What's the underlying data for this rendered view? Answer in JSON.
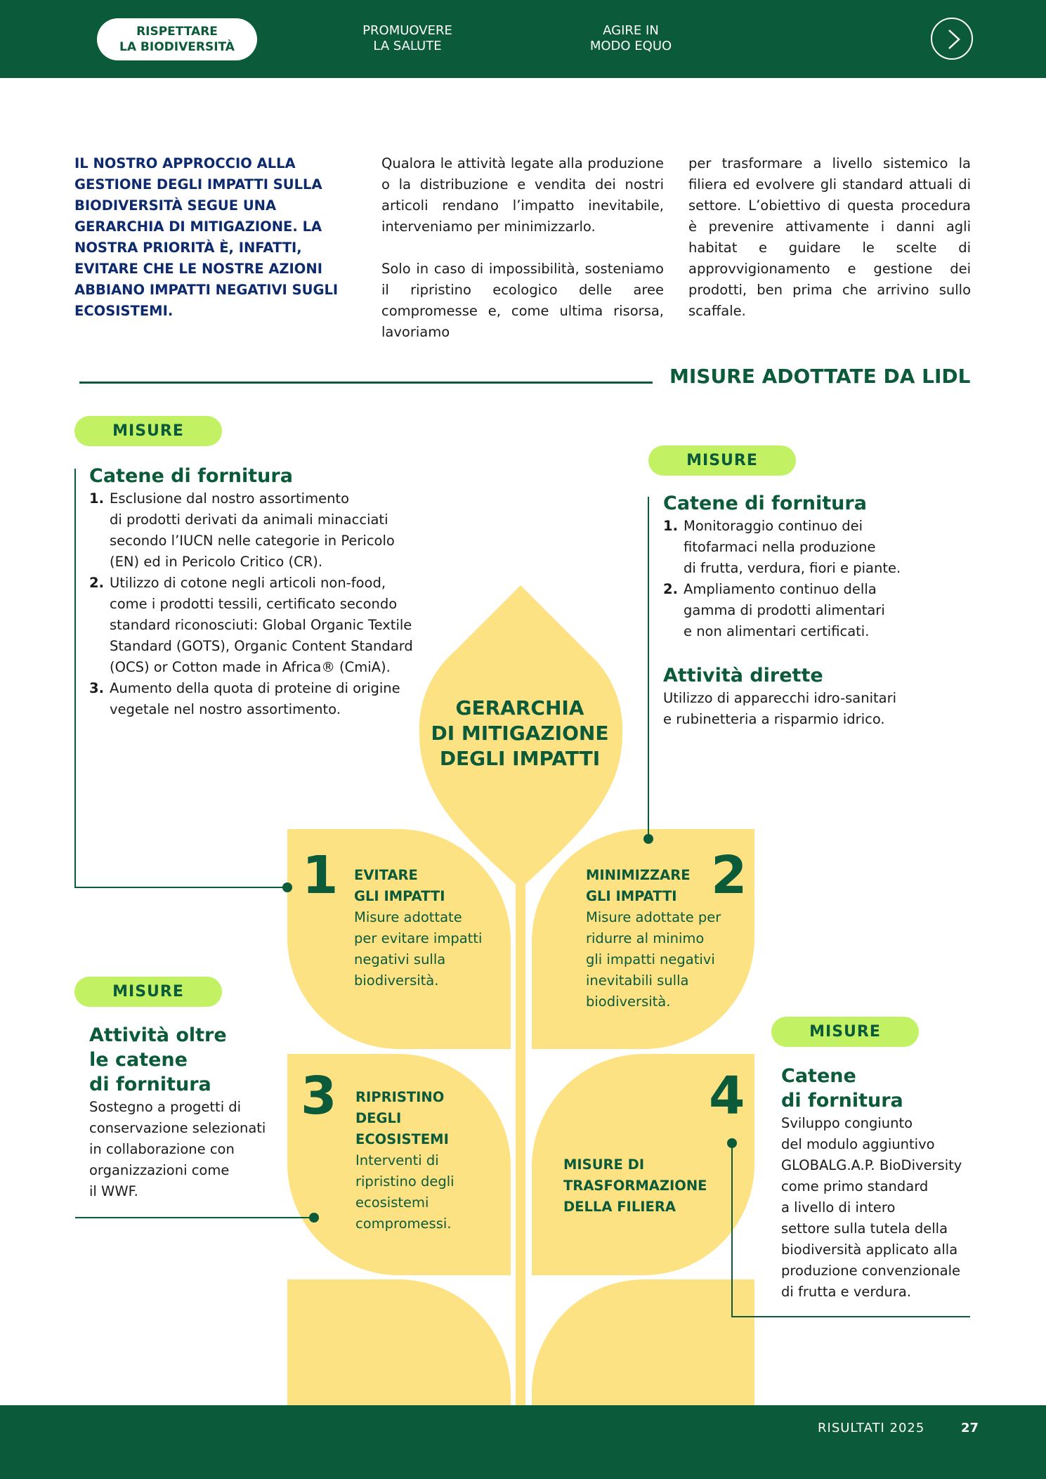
{
  "nav": {
    "active": "RISPETTARE\nLA BIODIVERSITÀ",
    "item2": "PROMUOVERE\nLA SALUTE",
    "item3": "AGIRE IN\nMODO EQUO",
    "next_icon": "chevron-right-icon"
  },
  "intro": {
    "lead": "IL NOSTRO APPROCCIO ALLA GESTIONE DEGLI IMPATTI SULLA BIODIVERSITÀ SEGUE UNA GERARCHIA DI MITIGAZIONE. LA NOSTRA PRIORITÀ È, INFATTI, EVITARE CHE LE NOSTRE AZIONI ABBIANO IMPATTI NEGATIVI SUGLI ECOSISTEMI.",
    "col2_p1": "Qualora le attività legate alla produzione o la distribuzione e vendita dei nostri articoli rendano l’impatto inevitabile, interveniamo per minimizzarlo.",
    "col2_p2": "Solo in caso di impossibilità, sosteniamo il ripristino ecologico delle aree compromesse e, come ultima risorsa, lavoriamo",
    "col3_p1": "per trasformare a livello sistemico la filiera ed evolvere gli standard attuali di settore. L’obiettivo di questa procedura è prevenire attivamente i danni agli habitat e guidare le scelte di approvvigionamento e gestione dei prodotti, ben prima che arrivino sullo scaffale."
  },
  "section_title": "MISURE ADOTTATE DA LIDL",
  "badge_label": "MISURE",
  "measure1": {
    "title": "Catene di fornitura",
    "items": [
      {
        "num": "1.",
        "text": "Esclusione dal nostro assortimento\ndi prodotti derivati da animali minacciati\nsecondo l’IUCN nelle categorie in Pericolo\n(EN) ed in Pericolo Critico (CR)."
      },
      {
        "num": "2.",
        "text": "Utilizzo di cotone negli articoli non-food,\ncome i prodotti tessili, certificato secondo\nstandard riconosciuti: Global Organic Textile\nStandard (GOTS), Organic Content Standard\n(OCS) or Cotton made in Africa® (CmiA)."
      },
      {
        "num": "3.",
        "text": "Aumento della quota di proteine di origine\nvegetale nel nostro assortimento."
      }
    ]
  },
  "measure2": {
    "title": "Catene di fornitura",
    "items": [
      {
        "num": "1.",
        "text": "Monitoraggio continuo dei\nfitofarmaci nella produzione\ndi frutta, verdura, fiori e piante."
      },
      {
        "num": "2.",
        "text": "Ampliamento continuo della\ngamma di prodotti alimentari\ne non alimentari certificati."
      }
    ],
    "sub_title": "Attività dirette",
    "sub_text": "Utilizzo di apparecchi idro-sanitari\ne rubinetteria a risparmio idrico."
  },
  "measure3": {
    "title": "Attività oltre\nle catene\ndi fornitura",
    "text": "Sostegno a progetti di\nconservazione selezionati\nin collaborazione con\norganizzazioni come\nil WWF."
  },
  "measure4": {
    "title": "Catene\ndi fornitura",
    "text": "Sviluppo congiunto\ndel modulo aggiuntivo\nGLOBALG.A.P. BioDiversity\ncome primo standard\na livello di intero\nsettore sulla tutela della\nbiodiversità applicato alla\nproduzione convenzionale\ndi frutta e verdura."
  },
  "diagram": {
    "center_title": "GERARCHIA\nDI MITIGAZIONE\nDEGLI IMPATTI",
    "steps": [
      {
        "num": "1",
        "title": "EVITARE\nGLI IMPATTI",
        "desc": "Misure adottate\nper evitare impatti\nnegativi sulla\nbiodiversità."
      },
      {
        "num": "2",
        "title": "MINIMIZZARE\nGLI IMPATTI",
        "desc": "Misure adottate per\nridurre al minimo\ngli impatti negativi\ninevitabili sulla\nbiodiversità."
      },
      {
        "num": "3",
        "title": "RIPRISTINO\nDEGLI\nECOSISTEMI",
        "desc": "Interventi di\nripristino degli\necosistemi\ncompromessi."
      },
      {
        "num": "4",
        "title": "MISURE DI\nTRASFORMAZIONE\nDELLA FILIERA",
        "desc": ""
      }
    ]
  },
  "footer": {
    "label": "RISULTATI 2025",
    "page": "27"
  },
  "colors": {
    "brand_green": "#0b5a3a",
    "leaf_yellow": "#fde283",
    "badge_lime": "#c2f263",
    "intro_navy": "#0d2a6e"
  }
}
